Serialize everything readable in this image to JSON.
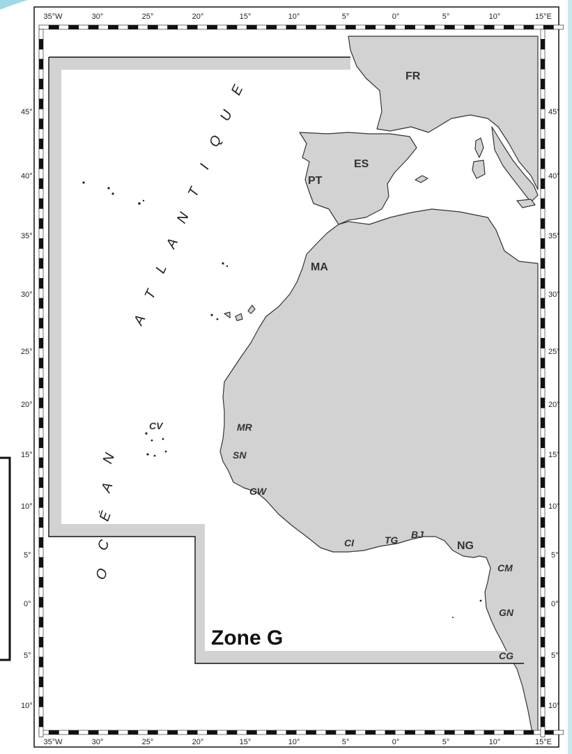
{
  "map": {
    "zone_label": "Zone G",
    "ocean_words": [
      "OCÉAN",
      "ATLANTIQUE"
    ],
    "colors": {
      "land": "#d2d2d2",
      "zone_band": "#d2d2d2",
      "border": "#111111",
      "coast": "#333333",
      "background": "#ffffff",
      "corner_accent": "#9fd9e8"
    },
    "longitude_labels": [
      "35°W",
      "30°",
      "25°",
      "20°",
      "15°",
      "10°",
      "5°",
      "0°",
      "5°",
      "10°",
      "15°E"
    ],
    "latitude_labels": [
      "45°",
      "40°",
      "35°",
      "30°",
      "25°",
      "20°",
      "15°",
      "10°",
      "5°",
      "0°",
      "5°",
      "10°"
    ],
    "countries": [
      {
        "code": "FR",
        "style": "bold"
      },
      {
        "code": "ES",
        "style": "bold"
      },
      {
        "code": "PT",
        "style": "bold"
      },
      {
        "code": "MA",
        "style": "bold"
      },
      {
        "code": "MR",
        "style": "italic"
      },
      {
        "code": "SN",
        "style": "italic"
      },
      {
        "code": "GW",
        "style": "italic"
      },
      {
        "code": "CV",
        "style": "italic"
      },
      {
        "code": "CI",
        "style": "italic"
      },
      {
        "code": "TG",
        "style": "italic"
      },
      {
        "code": "BJ",
        "style": "italic"
      },
      {
        "code": "NG",
        "style": "bold"
      },
      {
        "code": "CM",
        "style": "italic"
      },
      {
        "code": "GN",
        "style": "italic"
      },
      {
        "code": "CG",
        "style": "italic"
      }
    ]
  }
}
